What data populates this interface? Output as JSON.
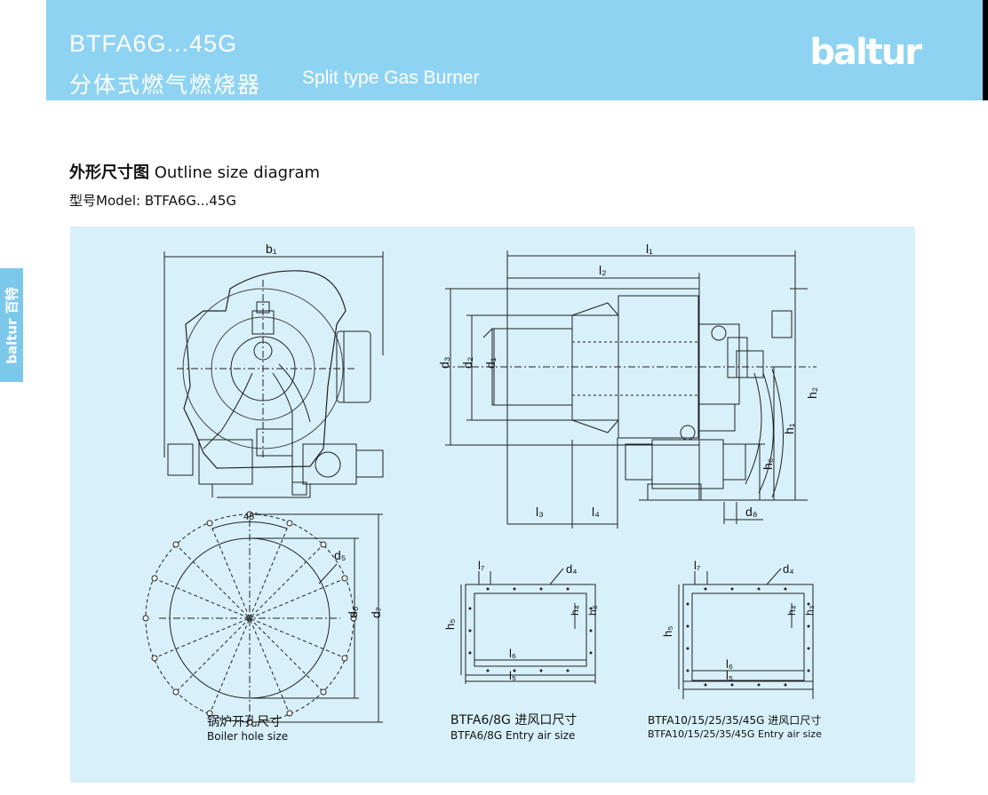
{
  "header": {
    "model_code": "BTFA6G...45G",
    "title_cn": "分体式燃气燃烧器",
    "title_en": "Split type Gas Burner",
    "logo": "baltur"
  },
  "side_tab": {
    "text": "baltur 百特"
  },
  "section": {
    "title_cn": "外形尺寸图",
    "title_en": "Outline size diagram",
    "model_line": "型号Model: BTFA6G...45G"
  },
  "diagram": {
    "front_view": {
      "dim_b1": "b₁"
    },
    "side_view": {
      "dim_l1": "l₁",
      "dim_l2": "l₂",
      "dim_l3": "l₃",
      "dim_l4": "l₄",
      "dim_d1": "d₁",
      "dim_d2": "d₂",
      "dim_d3": "d₃",
      "dim_d8": "d₈",
      "dim_h1": "h₁",
      "dim_h2": "h₂",
      "dim_h6": "h₆"
    },
    "boiler_hole": {
      "angle": "45°",
      "dim_d5": "d₅",
      "dim_d6": "d₆",
      "dim_d7": "d₇",
      "caption_cn": "锅炉开孔尺寸",
      "caption_en": "Boiler hole size"
    },
    "entry_small": {
      "dim_l7": "l₇",
      "dim_d4": "d₄",
      "dim_h5": "h₅",
      "dim_h4": "h₄",
      "dim_h3": "h₃",
      "dim_l6": "l₆",
      "dim_l5": "l₅",
      "caption_cn": "BTFA6/8G 进风口尺寸",
      "caption_en": "BTFA6/8G Entry air size"
    },
    "entry_large": {
      "dim_l7": "l₇",
      "dim_d4": "d₄",
      "dim_h5": "h₅",
      "dim_h4": "h₄",
      "dim_h3": "h₃",
      "dim_l6": "l₆",
      "dim_l5": "l₅",
      "caption_cn": "BTFA10/15/25/35/45G 进风口尺寸",
      "caption_en": "BTFA10/15/25/35/45G Entry air size"
    }
  },
  "colors": {
    "header_bg": "#8fd3f2",
    "panel_bg": "#d7f0fa",
    "line": "#222222"
  }
}
